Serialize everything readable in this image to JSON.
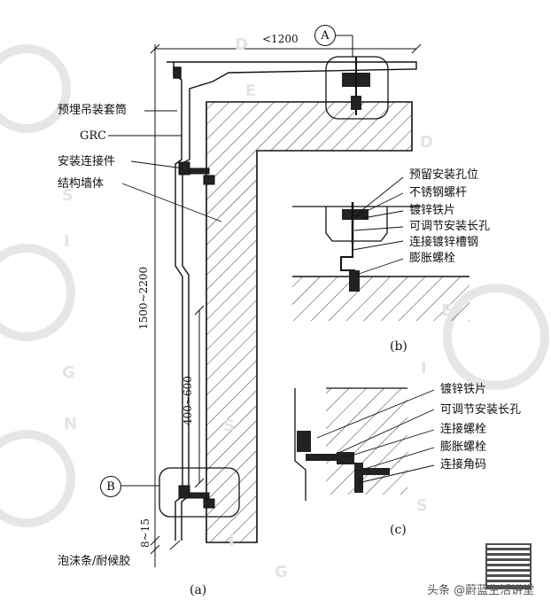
{
  "labels": {
    "embedded_sleeve": "预埋吊装套筒",
    "grc": "GRC",
    "connector": "安装连接件",
    "structural_wall": "结构墙体",
    "foam_sealant": "泡沫条/耐候胶",
    "b_hole": "预留安装孔位",
    "b_rod": "不锈钢螺杆",
    "b_plate": "镀锌铁片",
    "b_slot": "可调节安装长孔",
    "b_channel": "连接镀锌槽钢",
    "b_bolt": "膨胀螺栓",
    "c_plate": "镀锌铁片",
    "c_slot": "可调节安装长孔",
    "c_bolt": "连接螺栓",
    "c_anchor": "膨胀螺栓",
    "c_angle": "连接角码"
  },
  "dimensions": {
    "width": "<1200",
    "height": "1500~2200",
    "spacing": "400~600",
    "gap": "8~15"
  },
  "markers": {
    "a": "A",
    "b": "B"
  },
  "captions": {
    "a": "(a)",
    "b": "(b)",
    "c": "(c)"
  },
  "watermark": {
    "letters": [
      "S",
      "I",
      "G",
      "N",
      "D",
      "E",
      "S",
      "I",
      "G",
      "D",
      "E",
      "S",
      "I"
    ]
  },
  "footer": {
    "text": "头条 @蔚蓝生活讲堂"
  }
}
